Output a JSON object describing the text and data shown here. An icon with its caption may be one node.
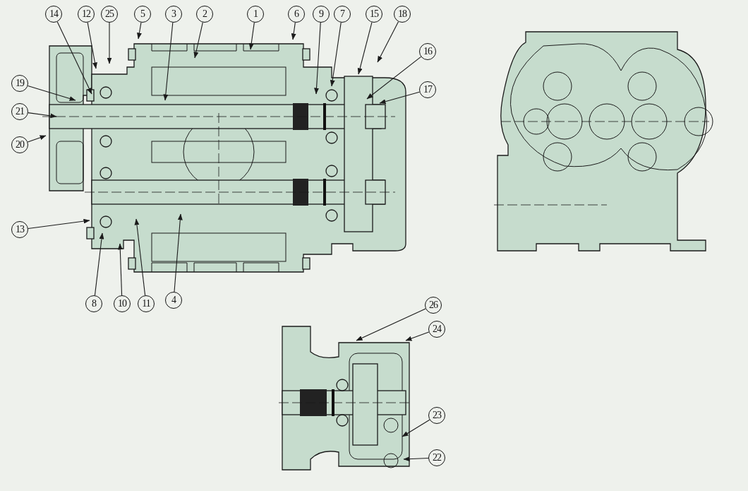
{
  "diagram": {
    "nodes": [
      {
        "text": [
          "14"
        ]
      },
      {
        "text": [
          "12"
        ]
      },
      {
        "text": [
          "25"
        ]
      },
      {
        "text": [
          "5"
        ]
      },
      {
        "text": [
          "3"
        ]
      },
      {
        "text": [
          "2"
        ]
      },
      {
        "text": [
          "1"
        ]
      },
      {
        "text": [
          "6"
        ]
      },
      {
        "text": [
          "9"
        ]
      },
      {
        "text": [
          "7"
        ]
      },
      {
        "text": [
          "15"
        ]
      },
      {
        "text": [
          "18"
        ]
      },
      {
        "text": [
          "16"
        ]
      },
      {
        "text": [
          "19"
        ]
      },
      {
        "text": [
          "17"
        ]
      },
      {
        "text": [
          "21"
        ]
      },
      {
        "text": [
          "20"
        ]
      },
      {
        "text": [
          "13"
        ]
      },
      {
        "text": [
          "8"
        ]
      },
      {
        "text": [
          "10"
        ]
      },
      {
        "text": [
          "11"
        ]
      },
      {
        "text": [
          "4"
        ]
      },
      {
        "text": [
          "26"
        ]
      },
      {
        "text": [
          "24"
        ]
      },
      {
        "text": [
          "23"
        ]
      },
      {
        "text": [
          "22"
        ]
      }
    ],
    "edges": [
      {
        "from": 0,
        "to": null,
        "arrow": "to"
      },
      {
        "from": 1,
        "to": null,
        "arrow": "to"
      },
      {
        "from": 2,
        "to": null,
        "arrow": "to"
      },
      {
        "from": 3,
        "to": null,
        "arrow": "to"
      },
      {
        "from": 4,
        "to": null,
        "arrow": "to"
      },
      {
        "from": 5,
        "to": null,
        "arrow": "to"
      },
      {
        "from": 6,
        "to": null,
        "arrow": "to"
      },
      {
        "from": 7,
        "to": null,
        "arrow": "to"
      },
      {
        "from": 8,
        "to": null,
        "arrow": "to"
      },
      {
        "from": 9,
        "to": null,
        "arrow": "to"
      },
      {
        "from": 10,
        "to": null,
        "arrow": "to"
      },
      {
        "from": 11,
        "to": null,
        "arrow": "to"
      },
      {
        "from": 12,
        "to": null,
        "arrow": "to"
      },
      {
        "from": 13,
        "to": null,
        "arrow": "to"
      },
      {
        "from": 14,
        "to": null,
        "arrow": "to"
      },
      {
        "from": 15,
        "to": null,
        "arrow": "to"
      },
      {
        "from": 16,
        "to": null,
        "arrow": "to"
      },
      {
        "from": 17,
        "to": null,
        "arrow": "to"
      },
      {
        "from": 18,
        "to": null,
        "arrow": "to"
      },
      {
        "from": 19,
        "to": null,
        "arrow": "to"
      },
      {
        "from": 20,
        "to": null,
        "arrow": "to"
      },
      {
        "from": 21,
        "to": null,
        "arrow": "to"
      },
      {
        "from": 22,
        "to": null,
        "arrow": "to"
      },
      {
        "from": 23,
        "to": null,
        "arrow": "to"
      },
      {
        "from": 24,
        "to": null,
        "arrow": "to"
      },
      {
        "from": 25,
        "to": null,
        "arrow": "to"
      }
    ]
  }
}
